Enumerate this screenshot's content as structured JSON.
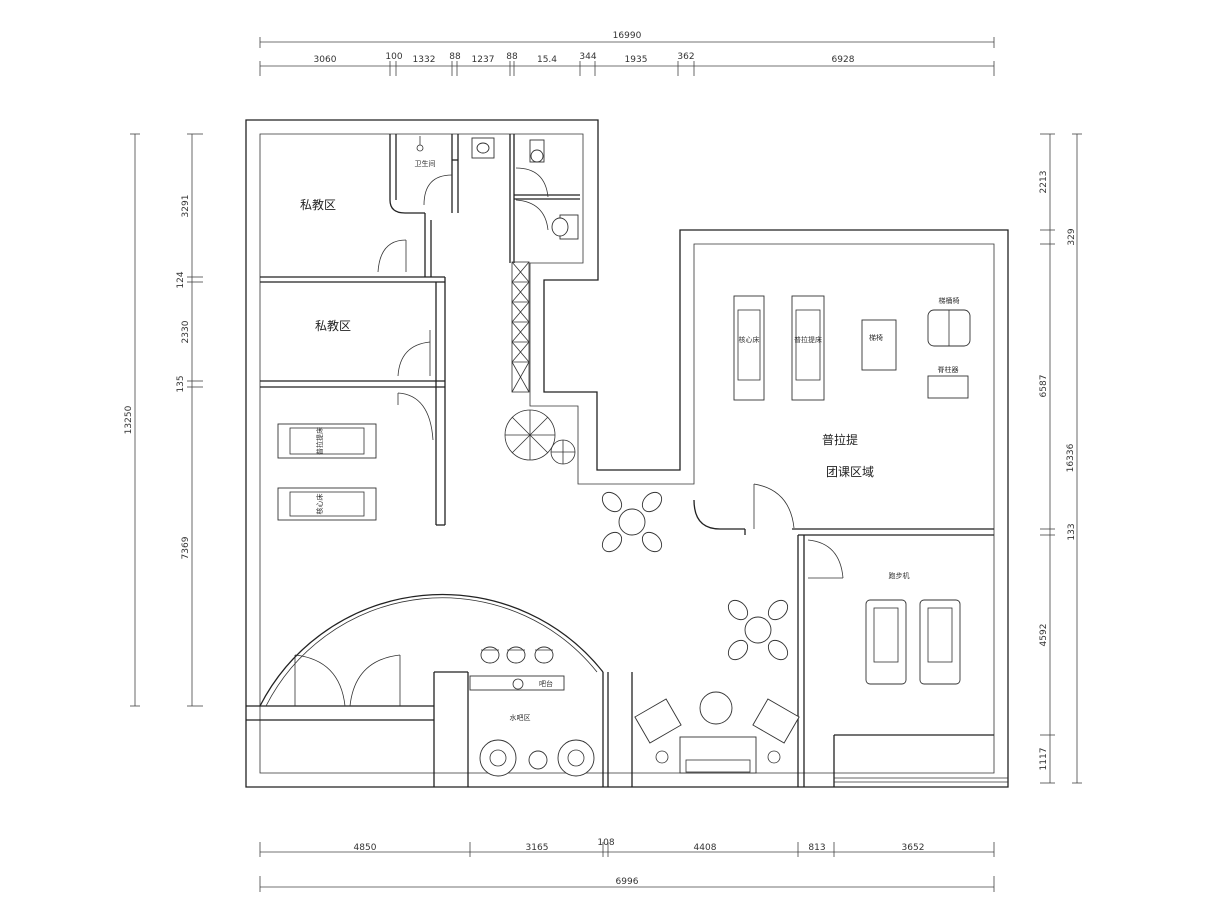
{
  "dimensions": {
    "top_total": "16990",
    "top_segments": [
      "3060",
      "100",
      "1332",
      "88",
      "1237",
      "88",
      "15.4",
      "344",
      "1935",
      "362",
      "6928"
    ],
    "bottom_segments": [
      "4850",
      "3165",
      "108",
      "4408",
      "813",
      "3652"
    ],
    "bottom_total": "6996",
    "left_total": "13250",
    "left_segments": [
      "3291",
      "124",
      "2330",
      "135",
      "7369"
    ],
    "right_total": "16336",
    "right_segments": [
      "2213",
      "329",
      "6587",
      "133",
      "4592",
      "1117"
    ]
  },
  "rooms": {
    "private_training_1": "私教区",
    "private_training_2": "私教区",
    "restroom": "卫生间",
    "pilates": "普拉提",
    "group_class": "团课区域",
    "treadmill": "跑步机",
    "water_bar": "水吧区",
    "bar_counter": "吧台"
  },
  "equipment": {
    "core_bed": "核心床",
    "reformer_bed": "普拉提床",
    "chair": "梯椅",
    "ladder_barrel": "梯桶椅",
    "spine_corrector": "脊柱器",
    "reformer_left": "普拉提床",
    "core_bed_left": "核心床"
  }
}
